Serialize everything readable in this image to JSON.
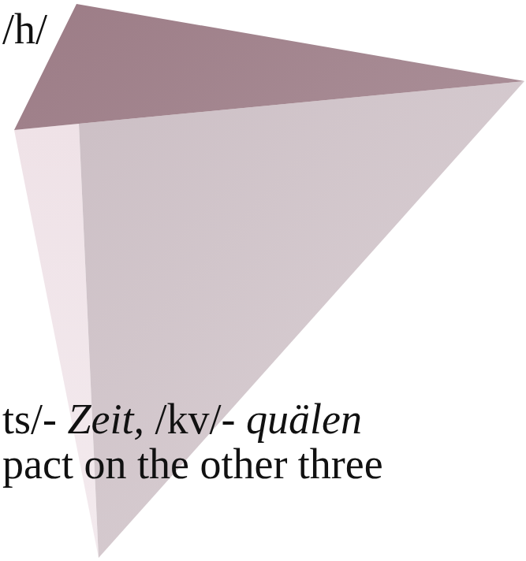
{
  "diagram": {
    "labels": [
      "/h/",
      "ts/-",
      "Zeit,",
      "/kv/-",
      "quälen",
      "pact on the other three"
    ]
  }
}
